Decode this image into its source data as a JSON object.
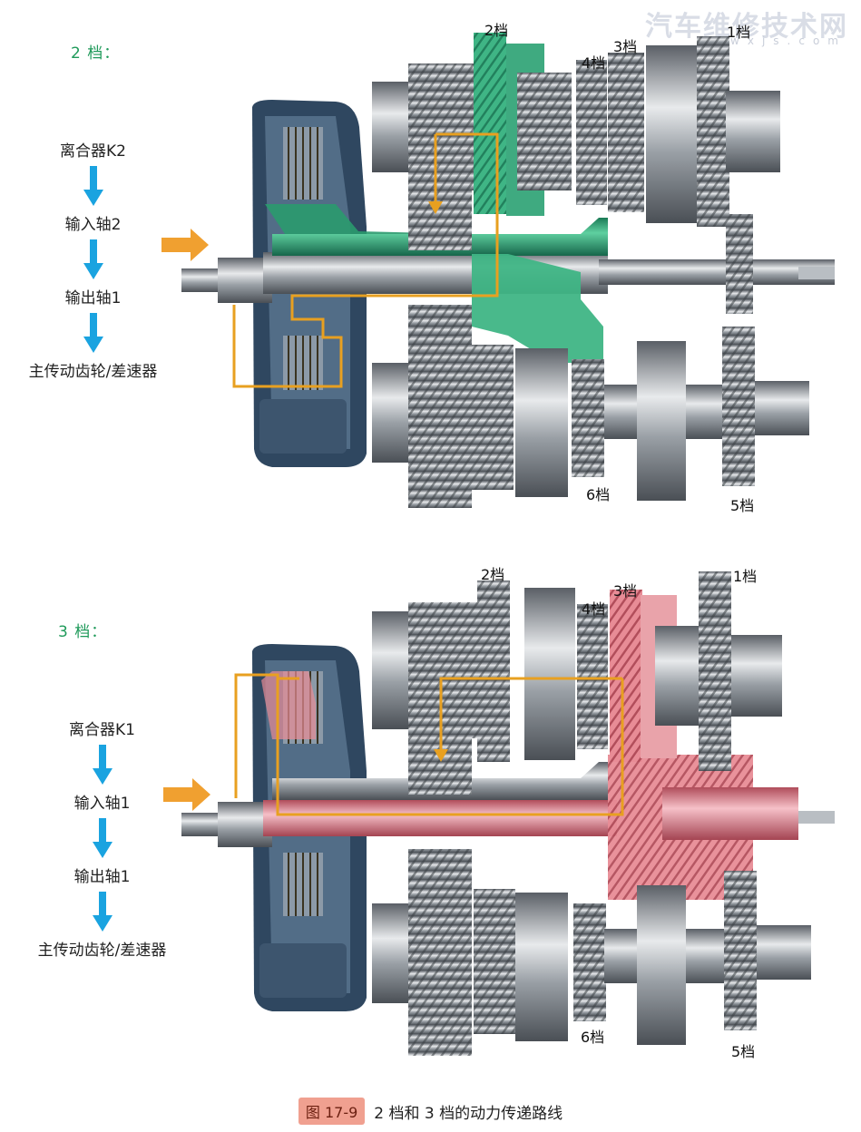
{
  "watermark": {
    "main": "汽车维修技术网",
    "sub": "cwxjs.com"
  },
  "panel_top": {
    "heading": "2 档：",
    "flow": [
      "离合器K2",
      "输入轴2",
      "输出轴1",
      "主传动齿轮/差速器"
    ],
    "gear_labels": {
      "g2": "2档",
      "g4": "4档",
      "g3": "3档",
      "g1": "1档",
      "g6": "6档",
      "g5": "5档"
    }
  },
  "panel_bottom": {
    "heading": "3 档：",
    "flow": [
      "离合器K1",
      "输入轴1",
      "输出轴1",
      "主传动齿轮/差速器"
    ],
    "gear_labels": {
      "g2": "2档",
      "g4": "4档",
      "g3": "3档",
      "g1": "1档",
      "g6": "6档",
      "g5": "5档"
    }
  },
  "caption": {
    "fig": "图 17-9",
    "text": "2 档和 3 档的动力传递路线"
  },
  "colors": {
    "heading": "#1f9a5a",
    "flow_arrow": "#1aa3e0",
    "input_arrow": "#f0a030",
    "path": "#e8a020",
    "highlight_top": "#2aa878",
    "highlight_bottom": "#e88c96"
  }
}
